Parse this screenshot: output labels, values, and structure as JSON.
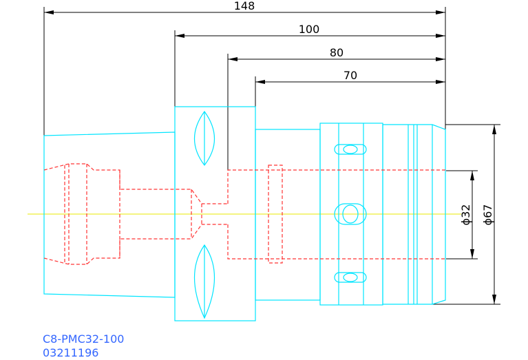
{
  "drawing": {
    "dimensions": {
      "overall_length": "148",
      "length_100": "100",
      "length_80": "80",
      "length_70": "70",
      "bore_diameter": "ϕ32",
      "outer_diameter": "ϕ67"
    },
    "part_number": "C8-PMC32-100",
    "part_code": "03211196"
  },
  "colors": {
    "outline": "#00e5ff",
    "hidden_line": "#ff3333",
    "center_line": "#e8e800",
    "dimension": "#000000",
    "caption_text": "#3366ff"
  }
}
